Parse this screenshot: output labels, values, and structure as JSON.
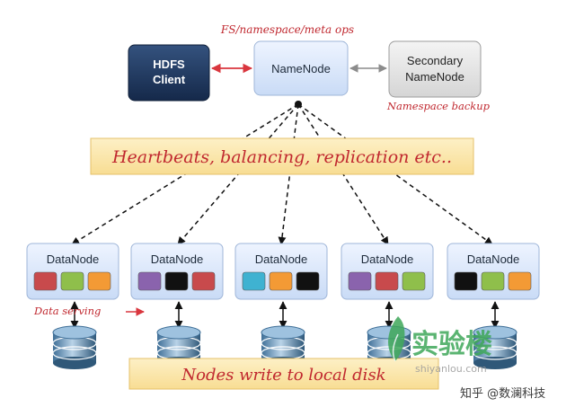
{
  "diagram": {
    "top_annotation": "FS/namespace/meta ops",
    "client_label_line1": "HDFS",
    "client_label_line2": "Client",
    "namenode_label": "NameNode",
    "secondary_label_line1": "Secondary",
    "secondary_label_line2": "NameNode",
    "namespace_backup_label": "Namespace backup",
    "banner_top": "Heartbeats, balancing, replication etc..",
    "banner_bottom": "Nodes write to local disk",
    "data_serving_label": "Data serving",
    "datanodes": [
      {
        "label": "DataNode",
        "blocks": [
          "#c84a4c",
          "#8fbf4b",
          "#f39a35"
        ]
      },
      {
        "label": "DataNode",
        "blocks": [
          "#8a63ad",
          "#111111",
          "#c84a4c"
        ]
      },
      {
        "label": "DataNode",
        "blocks": [
          "#3fb2d1",
          "#f39a35",
          "#111111"
        ]
      },
      {
        "label": "DataNode",
        "blocks": [
          "#8a63ad",
          "#c84a4c",
          "#8fbf4b"
        ]
      },
      {
        "label": "DataNode",
        "blocks": [
          "#111111",
          "#8fbf4b",
          "#f39a35"
        ]
      }
    ]
  },
  "watermark": {
    "logo_text": "实验楼",
    "logo_subtext": "shiyanlou.com",
    "credit_text": "知乎 @数澜科技"
  },
  "colors": {
    "client_fill": "#1f3b63",
    "node_fill": "#dde9fb",
    "node_stroke": "#9fb6d8",
    "secondary_fill": "#e6e6e6",
    "arrow_red": "#d9363e",
    "banner_fill": "#fbe8b0",
    "annotation_red": "#c0282f"
  }
}
